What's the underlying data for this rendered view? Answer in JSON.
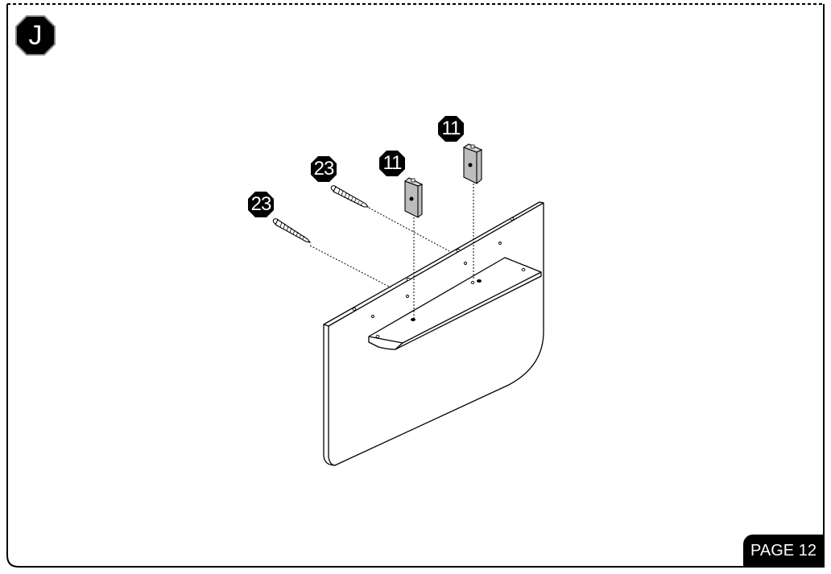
{
  "step": {
    "letter": "J"
  },
  "page": {
    "label": "PAGE 12"
  },
  "parts": {
    "screw_a": {
      "number": "23"
    },
    "screw_b": {
      "number": "23"
    },
    "bracket_a": {
      "number": "11"
    },
    "bracket_b": {
      "number": "11"
    }
  },
  "colors": {
    "ink": "#000000",
    "bracket_fill": "#bdbdbd",
    "paper": "#ffffff"
  }
}
